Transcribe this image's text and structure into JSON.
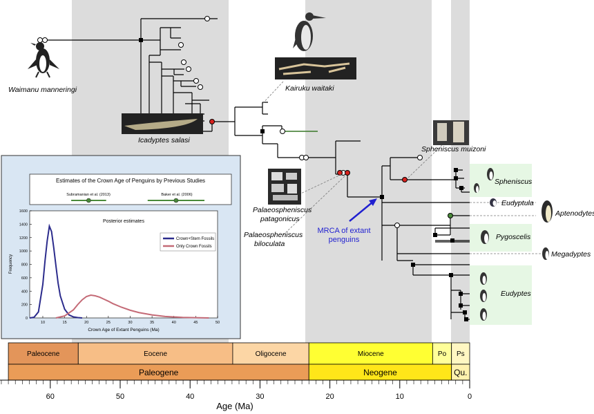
{
  "labels": {
    "waimanu": "Waimanu manneringi",
    "kairuku": "Kairuku waitaki",
    "icadyptes": "Icadyptes salasi",
    "spheniscus_muizoni": "Spheniscus muizoni",
    "palaeo_patag_1": "Palaeospheniscus",
    "palaeo_patag_2": "patagonicus",
    "palaeo_bilo_1": "Palaeospheniscus",
    "palaeo_bilo_2": "biloculata",
    "mrca_1": "MRCA of extant",
    "mrca_2": "penguins"
  },
  "clades": {
    "spheniscus": "Spheniscus",
    "eudyptula": "Eudyptula",
    "aptenodytes": "Aptenodytes",
    "pygoscelis": "Pygoscelis",
    "megadyptes": "Megadyptes",
    "eudyptes": "Eudyptes"
  },
  "epochs": [
    "Paleocene",
    "Eocene",
    "Oligocene",
    "Miocene",
    "Po",
    "Ps"
  ],
  "periods": [
    "Paleogene",
    "Neogene",
    "Qu."
  ],
  "axis": {
    "title": "Age (Ma)",
    "ticks": [
      "60",
      "50",
      "40",
      "30",
      "20",
      "10",
      "0"
    ]
  },
  "inset": {
    "prev_title": "Estimates of the Crown Age of Penguins by Previous Studies",
    "prev_studies": [
      "Subramanian et al. (2013)",
      "Baker et al. (2006)"
    ],
    "post_title": "Posterior estimates",
    "legend": [
      "Crown+Stem Fossils",
      "Only Crown Fossils"
    ],
    "xlabel": "Crown Age of Extant Penguins (Ma)",
    "ylabel": "Frequency",
    "xticks": [
      "10",
      "15",
      "20",
      "25",
      "30",
      "35",
      "40",
      "45",
      "50"
    ],
    "yticks": [
      "0",
      "200",
      "400",
      "600",
      "800",
      "1000",
      "1200",
      "1400",
      "1600"
    ]
  },
  "colors": {
    "crown_stem": "#2b2b8c",
    "only_crown": "#c46a76",
    "inset_bg": "#d9e6f3",
    "clade_box": "#e6f7e4",
    "mrca_text": "#1f1fd0",
    "red_node": "#d8221e",
    "green_node": "#4a8a3a"
  },
  "chart_data": {
    "type": "area",
    "title": "Posterior estimates",
    "xlabel": "Crown Age of Extant Penguins (Ma)",
    "ylabel": "Frequency",
    "xlim": [
      7,
      50
    ],
    "ylim": [
      0,
      1600
    ],
    "series": [
      {
        "name": "Crown+Stem Fossils",
        "x": [
          7,
          8,
          9,
          10,
          10.5,
          11,
          11.5,
          12,
          12.5,
          13,
          13.5,
          14,
          15,
          16,
          17,
          18,
          19
        ],
        "values": [
          0,
          10,
          90,
          500,
          850,
          1150,
          1370,
          1290,
          1050,
          780,
          520,
          330,
          130,
          45,
          15,
          5,
          0
        ]
      },
      {
        "name": "Only Crown Fossils",
        "x": [
          13,
          15,
          17,
          18,
          19,
          20,
          21,
          22,
          23,
          24,
          25,
          26,
          28,
          30,
          32,
          35,
          38,
          42,
          46,
          48
        ],
        "values": [
          0,
          30,
          120,
          200,
          270,
          320,
          340,
          330,
          310,
          280,
          250,
          215,
          160,
          115,
          80,
          45,
          22,
          8,
          2,
          0
        ]
      }
    ],
    "prev_estimates": [
      {
        "name": "Subramanian et al. (2013)",
        "mean": 20.5,
        "range": [
          16.5,
          24.5
        ]
      },
      {
        "name": "Baker et al. (2006)",
        "mean": 40.5,
        "range": [
          34,
          47
        ]
      }
    ]
  }
}
